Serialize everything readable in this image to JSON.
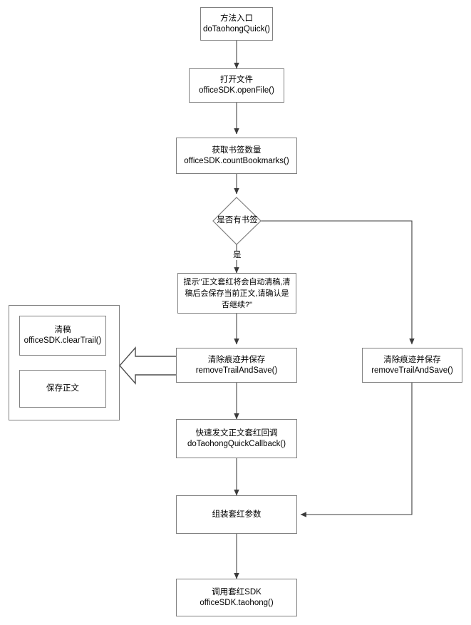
{
  "diagram": {
    "title": "doTaohongQuick flowchart",
    "colors": {
      "stroke": "#808080",
      "connector": "#4d4d4d",
      "text": "#000000",
      "background": "#ffffff"
    },
    "nodes": {
      "entry": {
        "line1": "方法入口",
        "line2": "doTaohongQuick()"
      },
      "open_file": {
        "line1": "打开文件",
        "line2": "officeSDK.openFile()"
      },
      "count_bookmarks": {
        "line1": "获取书签数量",
        "line2": "officeSDK.countBookmarks()"
      },
      "decision_bookmarks": {
        "line1": "是否有书签"
      },
      "prompt": {
        "line1": "提示\"正文套红将会自动清稿,清稿后会保存当前正文,请确认是否继续?\""
      },
      "remove_trail_main": {
        "line1": "清除痕迹并保存",
        "line2": "removeTrailAndSave()"
      },
      "remove_trail_right": {
        "line1": "清除痕迹并保存",
        "line2": "removeTrailAndSave()"
      },
      "clear_trail": {
        "line1": "清稿",
        "line2": "officeSDK.clearTrail()"
      },
      "save_body": {
        "line1": "保存正文"
      },
      "quick_callback": {
        "line1": "快速发文正文套红回调",
        "line2": "doTaohongQuickCallback()"
      },
      "assemble_params": {
        "line1": "组装套红参数"
      },
      "call_sdk": {
        "line1": "调用套红SDK",
        "line2": "officeSDK.taohong()"
      }
    },
    "edge_labels": {
      "yes": "是"
    }
  }
}
